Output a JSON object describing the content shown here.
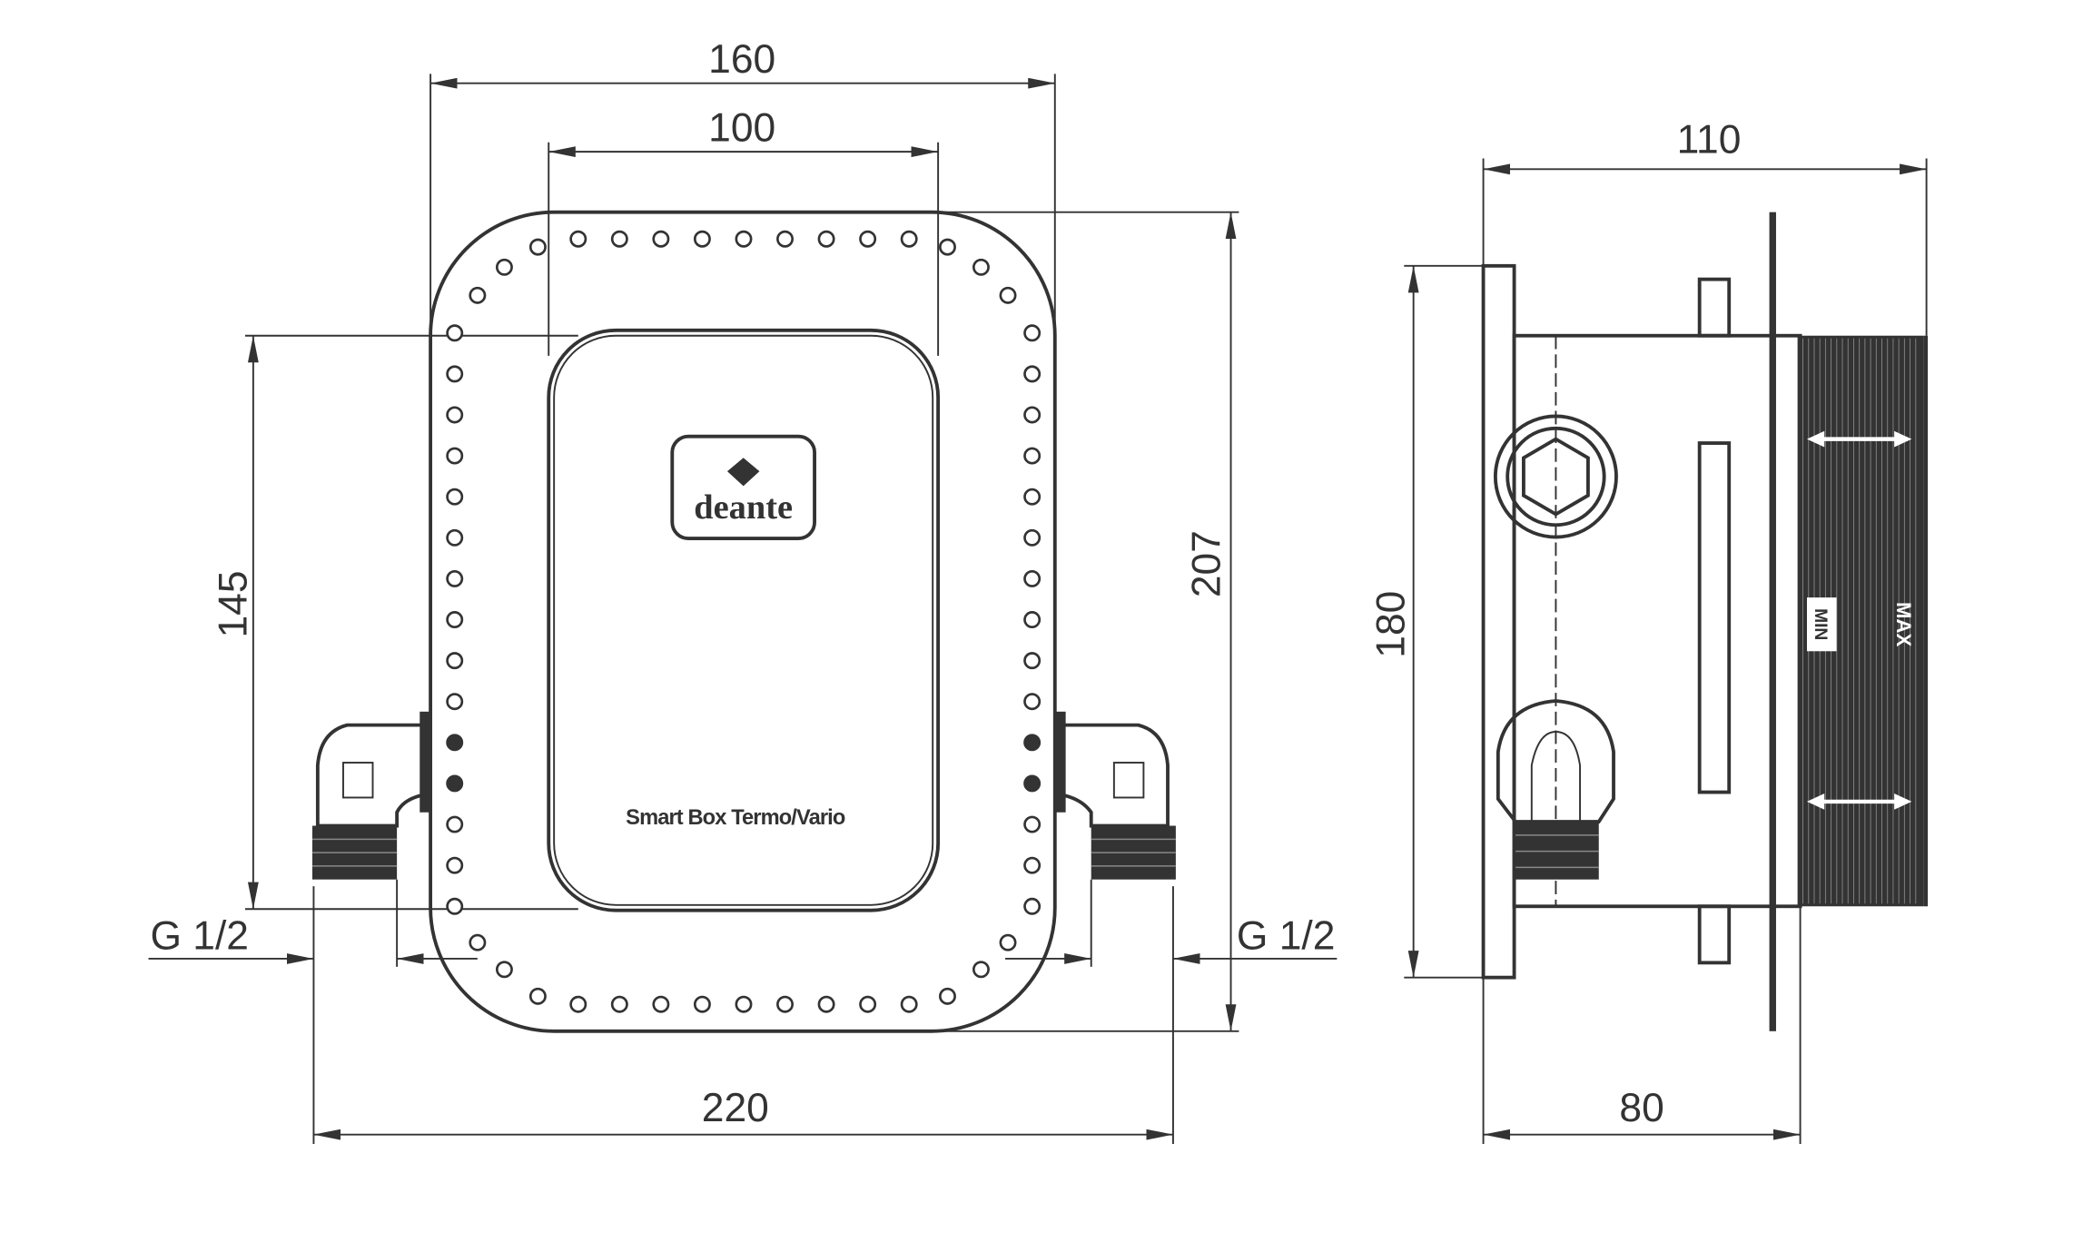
{
  "drawing": {
    "front_view": {
      "dimensions": {
        "width_outer": "160",
        "width_cover": "100",
        "height_outer": "207",
        "height_cover": "145",
        "overall_width": "220",
        "thread_left": "G 1/2",
        "thread_right": "G 1/2"
      },
      "logo_text": "deante",
      "product_label": "Smart Box Termo/Vario"
    },
    "side_view": {
      "dimensions": {
        "depth_total": "110",
        "height": "180",
        "depth_body": "80"
      },
      "scale_labels": {
        "min": "MIN",
        "max": "MAX"
      }
    },
    "colors": {
      "line": "#333333",
      "background": "#ffffff"
    }
  }
}
